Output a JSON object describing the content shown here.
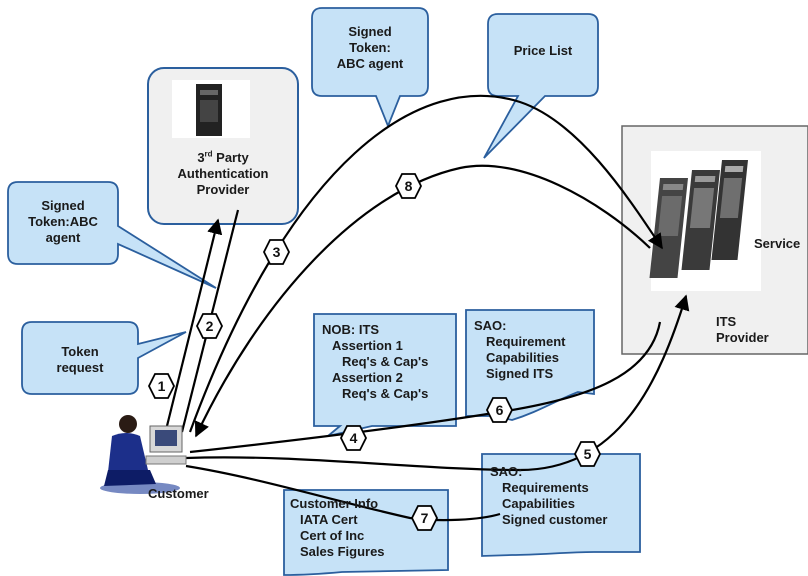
{
  "diagram": {
    "callouts": {
      "signed_token_top": [
        "Signed",
        "Token:",
        "ABC agent"
      ],
      "price_list": "Price List",
      "signed_token_left": [
        "Signed",
        "Token:ABC",
        "agent"
      ],
      "token_request": [
        "Token",
        "request"
      ],
      "nob_its": [
        "NOB: ITS",
        "Assertion 1",
        "Req's & Cap's",
        "Assertion 2",
        "Req's & Cap's"
      ],
      "sao_its": [
        "SAO:",
        "Requirement",
        "Capabilities",
        "Signed ITS"
      ],
      "sao_customer": [
        "SAO:",
        "Requirements",
        "Capabilities",
        "Signed customer"
      ],
      "customer_info": [
        "Customer Info",
        "IATA Cert",
        "Cert of Inc",
        "Sales Figures"
      ]
    },
    "auth_provider": {
      "line1_prefix": "3",
      "line1_sup": "rd",
      "line1_suffix": " Party",
      "line2": "Authentication",
      "line3": "Provider"
    },
    "its_provider": {
      "service_label": "Service",
      "name": [
        "ITS",
        "Provider"
      ]
    },
    "customer_label": "Customer",
    "steps": [
      "1",
      "2",
      "3",
      "4",
      "5",
      "6",
      "7",
      "8"
    ],
    "colors": {
      "callout_fill": "#c6e2f7",
      "callout_stroke": "#2b5f9e",
      "box_fill": "#f0f0f0",
      "line": "#000000"
    }
  }
}
